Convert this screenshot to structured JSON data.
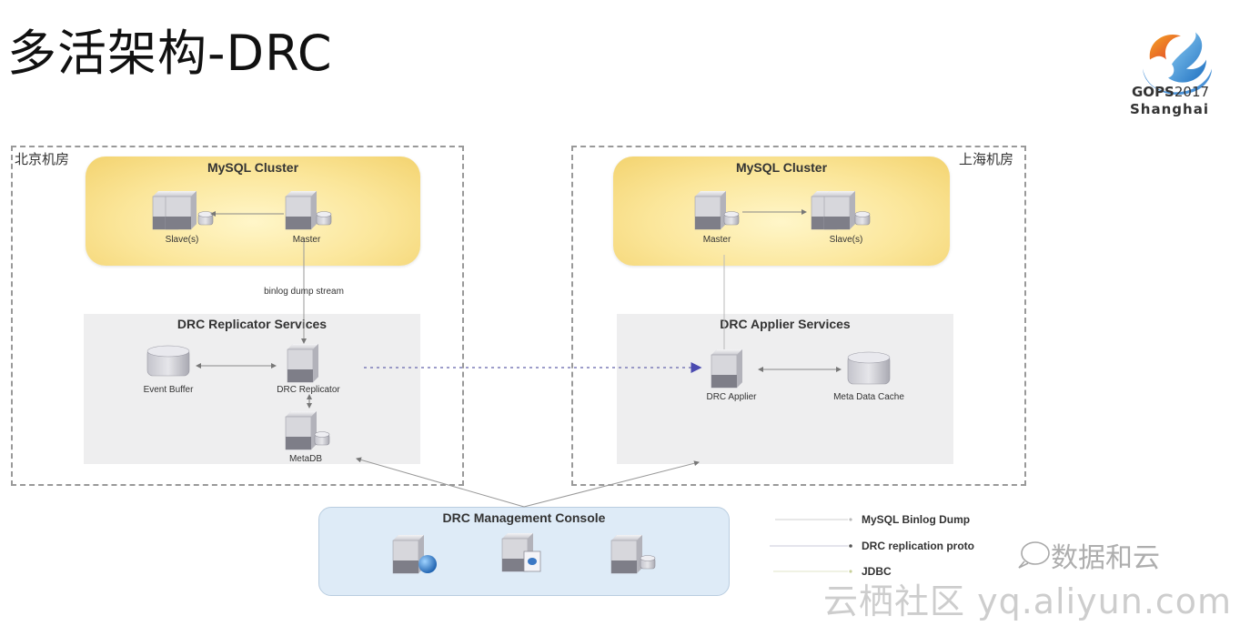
{
  "slide": {
    "title": "多活架构-DRC",
    "logo": {
      "icon": "gops-swirl-logo-icon",
      "line1_brand": "GOPS",
      "line1_year": "2017",
      "line2": "Shanghai"
    }
  },
  "sites": {
    "beijing": {
      "label": "北京机房",
      "mysql_cluster": {
        "title": "MySQL Cluster",
        "slave_label": "Slave(s)",
        "master_label": "Master"
      },
      "binlog_label": "binlog dump stream",
      "services": {
        "title": "DRC Replicator Services",
        "event_buffer_label": "Event Buffer",
        "replicator_label": "DRC Replicator",
        "metadb_label": "MetaDB"
      }
    },
    "shanghai": {
      "label": "上海机房",
      "mysql_cluster": {
        "title": "MySQL Cluster",
        "master_label": "Master",
        "slave_label": "Slave(s)"
      },
      "services": {
        "title": "DRC Applier Services",
        "applier_label": "DRC Applier",
        "cache_label": "Meta Data Cache"
      }
    }
  },
  "console": {
    "title": "DRC Management Console",
    "icons": [
      "web-server-icon",
      "app-server-icon",
      "db-server-icon"
    ]
  },
  "legend": [
    {
      "label": "MySQL Binlog Dump",
      "color": "#c8c8c8"
    },
    {
      "label": "DRC replication proto",
      "color": "#9aa0c8"
    },
    {
      "label": "JDBC",
      "color": "#d8e0b0"
    }
  ],
  "watermarks": {
    "wechat": "数据和云",
    "site": "云栖社区 yq.aliyun.com"
  },
  "colors": {
    "cluster_fill": "#fbe69a",
    "services_fill": "#eeeeef",
    "console_fill": "#deebf7",
    "replication_arrow": "#4b4bb0"
  }
}
